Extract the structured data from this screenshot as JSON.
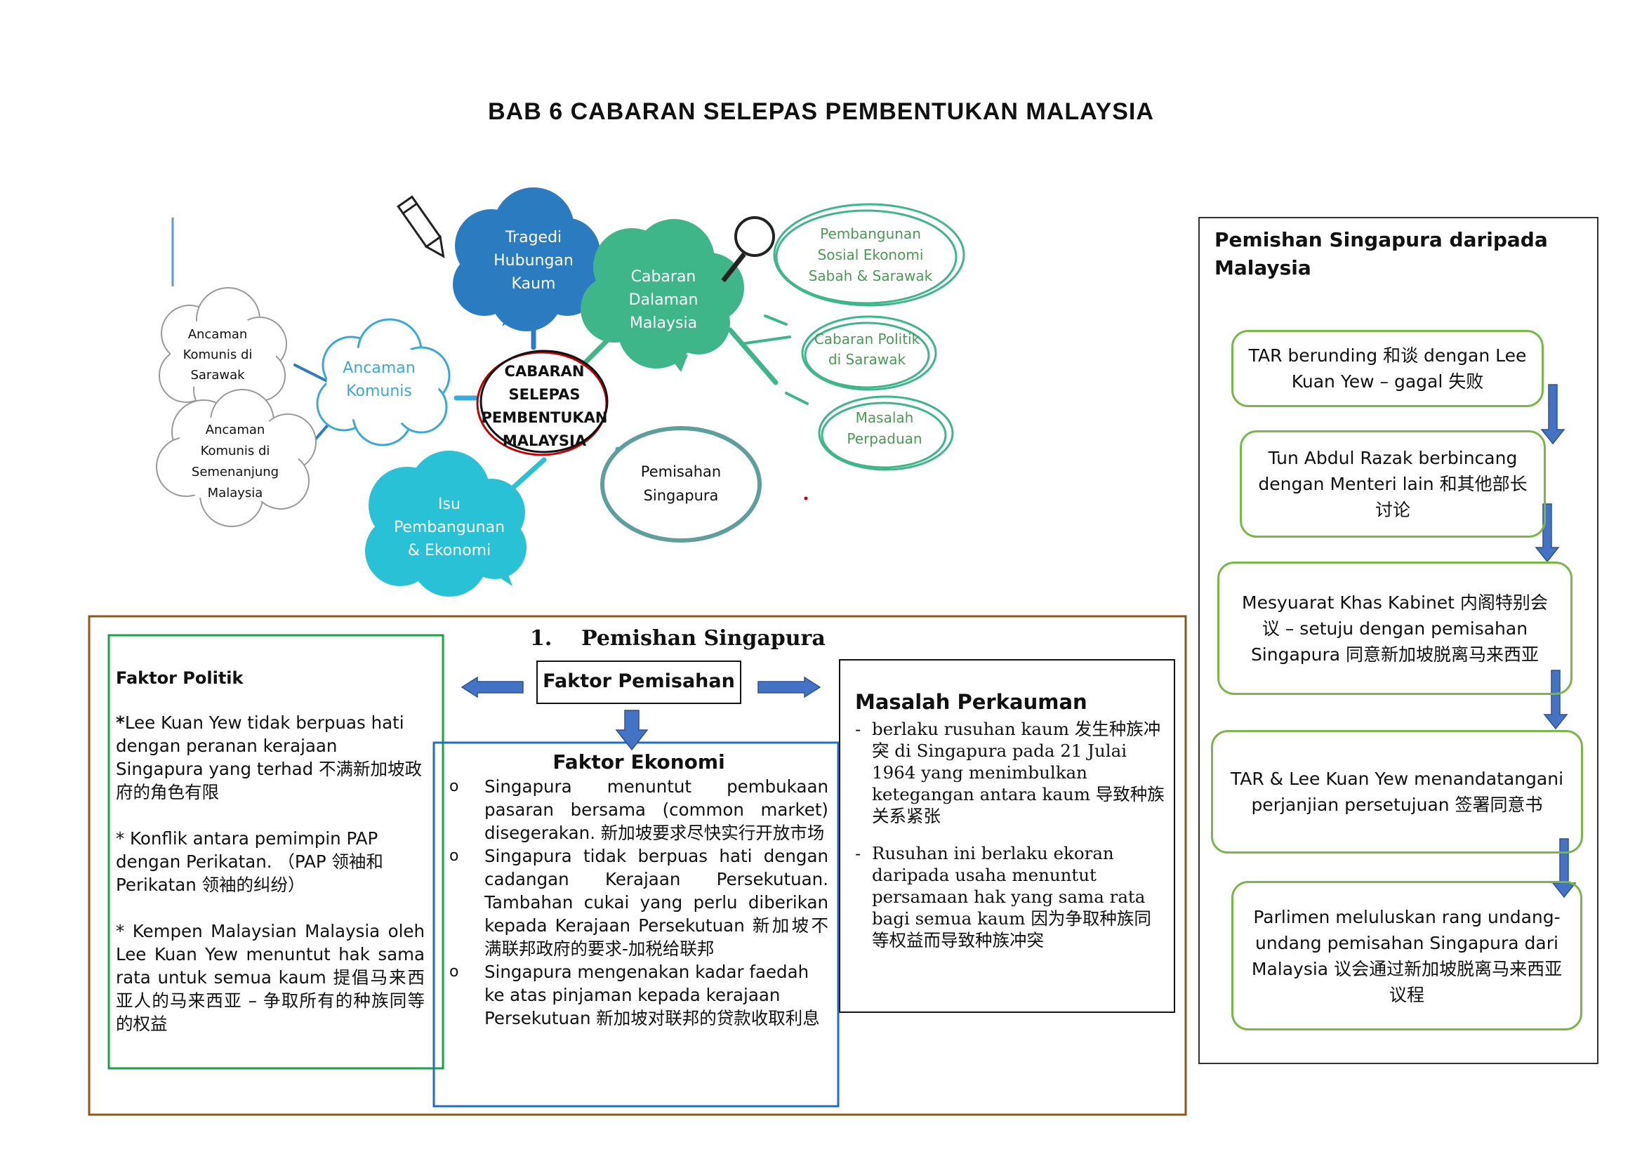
{
  "title": "BAB 6  CABARAN  SELEPAS  PEMBENTUKAN  MALAYSIA",
  "mindmap": {
    "center": [
      "CABARAN",
      "SELEPAS",
      "PEMBENTUKAN",
      "MALAYSIA"
    ],
    "tragedi": [
      "Tragedi",
      "Hubungan",
      "Kaum"
    ],
    "cabaran_dalaman": [
      "Cabaran",
      "Dalaman",
      "Malaysia"
    ],
    "ekonomi_sabah": [
      "Pembangunan",
      "Sosial Ekonomi",
      "Sabah & Sarawak"
    ],
    "politik_sarawak": [
      "Cabaran Politik",
      "di Sarawak"
    ],
    "perpaduan": [
      "Masalah",
      "Perpaduan"
    ],
    "ancaman_komunis": [
      "Ancaman",
      "Komunis"
    ],
    "komunis_sarawak": [
      "Ancaman",
      "Komunis di",
      "Sarawak"
    ],
    "komunis_semenanjung": [
      "Ancaman",
      "Komunis di",
      "Semenanjung",
      "Malaysia"
    ],
    "pemisahan": [
      "Pemisahan",
      "Singapura"
    ],
    "isu": [
      "Isu",
      "Pembangunan",
      "& Ekonomi"
    ]
  },
  "section": {
    "heading": "1.    Pemishan Singapura",
    "faktor_pemisahan": "Faktor Pemisahan",
    "politik": {
      "title": "Faktor Politik",
      "p1_mark": "*",
      "p1": "Lee Kuan Yew tidak berpuas hati dengan peranan kerajaan Singapura yang terhad 不满新加坡政府的角色有限",
      "p2": "* Konflik antara pemimpin PAP dengan Perikatan.  （PAP 领袖和 Perikatan 领袖的纠纷）",
      "p3": "* Kempen Malaysian Malaysia oleh Lee Kuan Yew menuntut hak sama rata untuk semua   kaum 提倡马来西亚人的马来西亚 – 争取所有的种族同等的权益"
    },
    "ekonomi": {
      "title": "Faktor Ekonomi",
      "bullet": "o",
      "items": [
        "Singapura menuntut pembukaan pasaran bersama (common market) disegerakan.  新加坡要求尽快实行开放市场",
        "Singapura tidak berpuas hati dengan cadangan Kerajaan Persekutuan. Tambahan cukai yang perlu diberikan kepada Kerajaan Persekutuan 新加坡不满联邦政府的要求-加税给联邦",
        "Singapura mengenakan kadar faedah ke atas pinjaman kepada kerajaan Persekutuan 新加坡对联邦的贷款收取利息"
      ]
    },
    "perkauman": {
      "title": "Masalah Perkauman",
      "dash": "-",
      "items": [
        "berlaku rusuhan kaum 发生种族冲突 di Singapura pada 21 Julai 1964 yang menimbulkan  ketegangan antara kaum 导致种族关系紧张",
        "Rusuhan  ini  berlaku  ekoran daripada  usaha menuntut persamaan hak   yang sama  rata bagi semua kaum 因为争取种族同等权益而导致种族冲突"
      ]
    }
  },
  "flow": {
    "title_line1": "Pemishan Singapura daripada",
    "title_line2": "Malaysia",
    "steps": [
      "TAR berunding 和谈 dengan Lee Kuan Yew – gagal 失败",
      "Tun Abdul Razak berbincang dengan Menteri lain 和其他部长讨论",
      "Mesyuarat Khas Kabinet 内阁特别会议 – setuju dengan pemisahan Singapura 同意新加坡脱离马来西亚",
      "TAR & Lee Kuan Yew menandatangani perjanjian persetujuan 签署同意书",
      "Parlimen meluluskan rang undang-undang pemisahan Singapura dari Malaysia 议会通过新加坡脱离马来西亚议程"
    ]
  },
  "colors": {
    "blue_cloud": "#2a7bbf",
    "green_cloud": "#3fb68a",
    "cyan_cloud": "#29c1d6",
    "komunis_outline": "#3aa8d8",
    "green_text": "#4a9a55",
    "teal_outline": "#5e9f9a",
    "brown_frame": "#8b5a1a",
    "green_frame": "#1aa14a",
    "blue_frame": "#1f6fbf",
    "arrow_blue": "#4472c4",
    "flow_green": "#7ab648"
  }
}
